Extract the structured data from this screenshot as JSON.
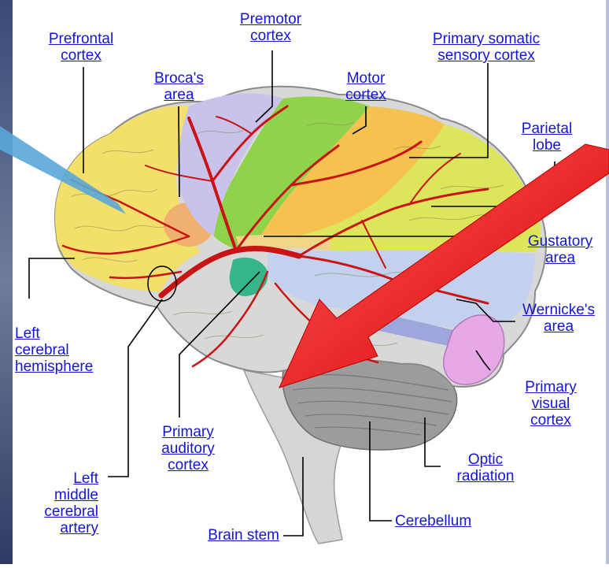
{
  "labels": {
    "prefrontal_cortex": [
      "Prefrontal",
      "cortex"
    ],
    "premotor_cortex": [
      "Premotor",
      "cortex"
    ],
    "primary_somatic_sensory_cortex": [
      "Primary somatic",
      "sensory cortex"
    ],
    "brocas_area": [
      "Broca's",
      "area"
    ],
    "motor_cortex": [
      "Motor",
      "cortex"
    ],
    "parietal_lobe": [
      "Parietal",
      "lobe"
    ],
    "gustatory_area": [
      "Gustatory",
      "area"
    ],
    "left_cerebral_hemisphere": [
      "Left",
      "cerebral",
      "hemisphere"
    ],
    "wernickes_area": [
      "Wernicke's",
      "area"
    ],
    "primary_visual_cortex": [
      "Primary",
      "visual",
      "cortex"
    ],
    "primary_auditory_cortex": [
      "Primary",
      "auditory",
      "cortex"
    ],
    "optic_radiation": [
      "Optic",
      "radiation"
    ],
    "left_middle_cerebral_artery": [
      "Left",
      "middle",
      "cerebral",
      "artery"
    ],
    "cerebellum": [
      "Cerebellum"
    ],
    "brain_stem": [
      "Brain stem"
    ]
  },
  "colors": {
    "label_text": "#1515d6",
    "frontal_lobe": "#f3e06a",
    "premotor": "#c9c3ec",
    "motor": "#8fd34a",
    "somatosensory": "#f6c24f",
    "parietal": "#dde65a",
    "temporal": "#d8d8d8",
    "wernicke": "#b9c7ea",
    "auditory": "#35b58a",
    "visual": "#e7a8e8",
    "arteries": "#c81414",
    "cerebellum": "#9c9c9c",
    "pointer_arrow": "#ff1a1a",
    "left_pointer": "#5aa7d8"
  }
}
